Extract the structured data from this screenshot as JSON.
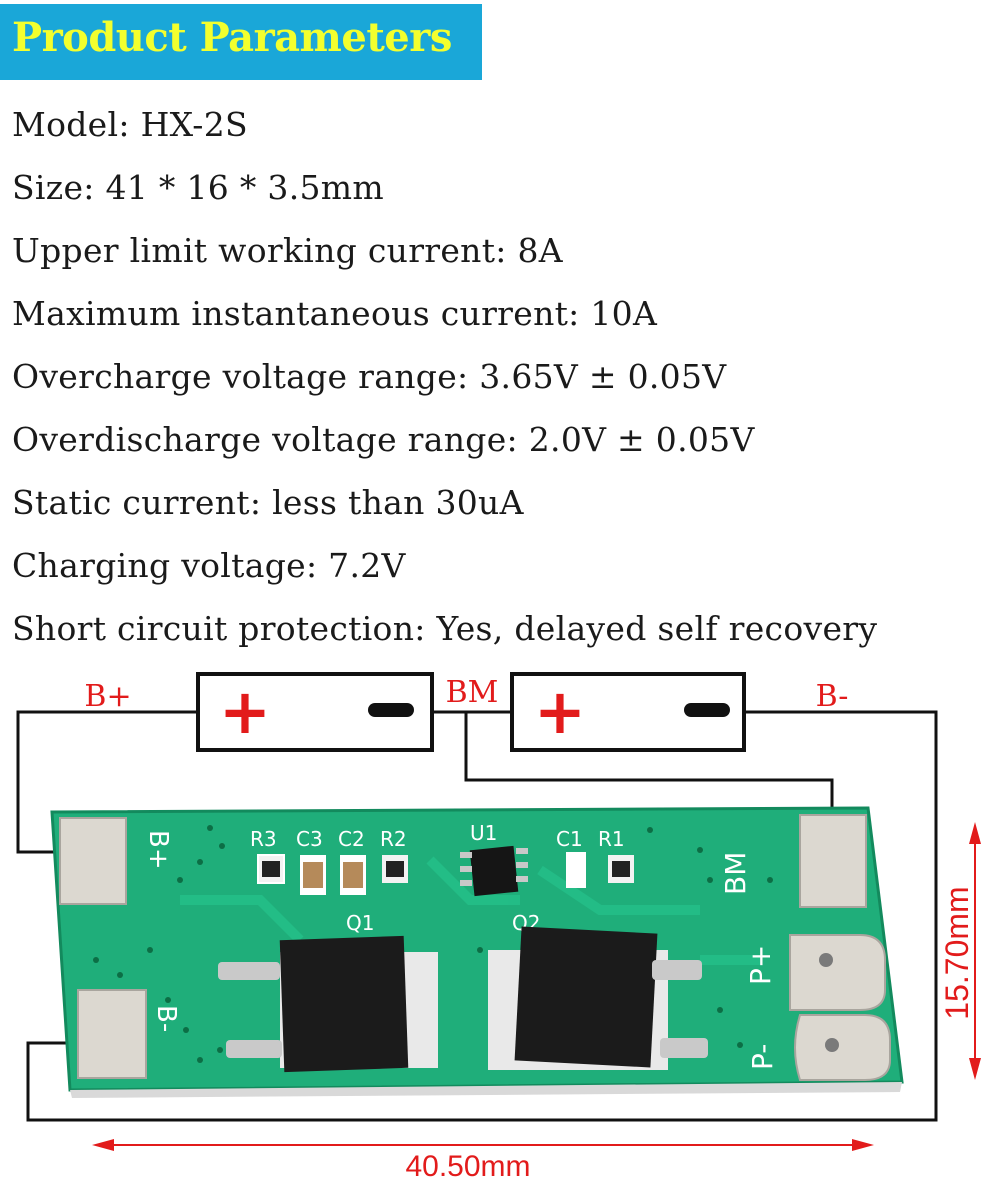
{
  "header": {
    "title": "Product Parameters"
  },
  "params": [
    "Model: HX-2S",
    "Size: 41 * 16 * 3.5mm",
    "Upper limit working current: 8A",
    "Maximum instantaneous current: 10A",
    "Overcharge voltage range: 3.65V ± 0.05V",
    "Overdischarge voltage range: 2.0V ± 0.05V",
    "Static current: less than 30uA",
    "Charging voltage: 7.2V",
    "Short circuit protection: Yes, delayed self recovery"
  ],
  "diagram": {
    "terminal_bplus": "B+",
    "terminal_bm": "BM",
    "terminal_bminus": "B-",
    "battery_plus": "+",
    "battery_minus": "−",
    "width_dimension": "40.50mm",
    "height_dimension": "15.70mm",
    "pcb_labels": {
      "b_plus": "B+",
      "b_minus": "B-",
      "bm": "BM",
      "p_plus": "P+",
      "p_minus": "P-",
      "r3": "R3",
      "c3": "C3",
      "c2": "C2",
      "r2": "R2",
      "u1": "U1",
      "c1": "C1",
      "r1": "R1",
      "q1": "Q1",
      "q2": "Q2"
    },
    "colors": {
      "pcb": "#1fae7a",
      "pcb_dark": "#138a5d",
      "pad": "#dcd8d0",
      "mosfet": "#1b1b1b",
      "red": "#e21b1b",
      "header_bg": "#1aa7d8",
      "header_text": "#f3ff2e"
    }
  }
}
